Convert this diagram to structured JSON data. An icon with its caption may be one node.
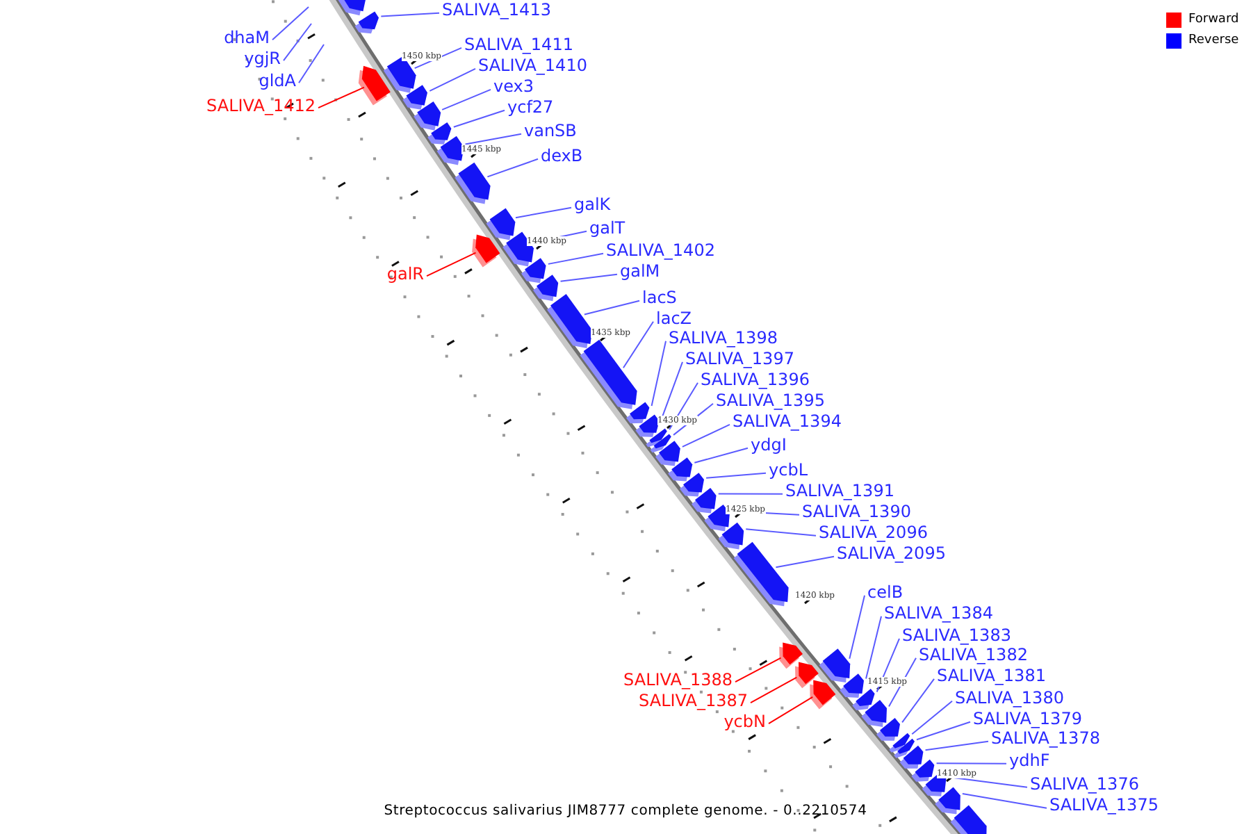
{
  "diagram": {
    "caption": "Streptococcus salivarius JIM8777 complete genome. - 0..2210574",
    "nodes": [
      {
        "text": [
          "dhaM"
        ]
      },
      {
        "text": [
          "ygjR"
        ]
      },
      {
        "text": [
          "gldA"
        ]
      },
      {
        "text": [],
        "shape": "bar"
      },
      {
        "text": [
          "SALIVA_1413"
        ]
      },
      {
        "text": [],
        "shape": "bar"
      },
      {
        "text": [
          "SALIVA_1412"
        ]
      },
      {
        "text": [],
        "shape": "bar"
      },
      {
        "text": [
          "SALIVA_1411"
        ]
      },
      {
        "text": [],
        "shape": "bar"
      },
      {
        "text": [
          "SALIVA_1410"
        ]
      },
      {
        "text": [],
        "shape": "bar"
      },
      {
        "text": [
          "vex3"
        ]
      },
      {
        "text": [],
        "shape": "bar"
      },
      {
        "text": [
          "ycf27"
        ]
      },
      {
        "text": [],
        "shape": "bar"
      },
      {
        "text": [
          "vanSB"
        ]
      },
      {
        "text": [],
        "shape": "bar"
      },
      {
        "text": [
          "dexB"
        ]
      },
      {
        "text": [],
        "shape": "bar"
      },
      {
        "text": [
          "galK"
        ]
      },
      {
        "text": [],
        "shape": "bar"
      },
      {
        "text": [
          "galR"
        ]
      },
      {
        "text": [],
        "shape": "bar"
      },
      {
        "text": [
          "galT"
        ]
      },
      {
        "text": [],
        "shape": "bar"
      },
      {
        "text": [
          "SALIVA_1402"
        ]
      },
      {
        "text": [],
        "shape": "bar"
      },
      {
        "text": [
          "galM"
        ]
      },
      {
        "text": [],
        "shape": "bar"
      },
      {
        "text": [
          "lacS"
        ]
      },
      {
        "text": [],
        "shape": "bar"
      },
      {
        "text": [
          "lacZ"
        ]
      },
      {
        "text": [],
        "shape": "bar"
      },
      {
        "text": [
          "SALIVA_1398"
        ]
      },
      {
        "text": [],
        "shape": "bar"
      },
      {
        "text": [
          "SALIVA_1397"
        ]
      },
      {
        "text": [],
        "shape": "bar"
      },
      {
        "text": [
          "SALIVA_1396"
        ]
      },
      {
        "text": [],
        "shape": "bar"
      },
      {
        "text": [
          "SALIVA_1395"
        ]
      },
      {
        "text": [],
        "shape": "bar"
      },
      {
        "text": [
          "SALIVA_1394"
        ]
      },
      {
        "text": [],
        "shape": "bar"
      },
      {
        "text": [
          "ydgI"
        ]
      },
      {
        "text": [],
        "shape": "bar"
      },
      {
        "text": [
          "ycbL"
        ]
      },
      {
        "text": [],
        "shape": "bar"
      },
      {
        "text": [
          "SALIVA_1391"
        ]
      },
      {
        "text": [],
        "shape": "bar"
      },
      {
        "text": [
          "SALIVA_1390"
        ]
      },
      {
        "text": [],
        "shape": "bar"
      },
      {
        "text": [
          "SALIVA_2096"
        ]
      },
      {
        "text": [],
        "shape": "bar"
      },
      {
        "text": [
          "SALIVA_2095"
        ]
      },
      {
        "text": [],
        "shape": "bar"
      },
      {
        "text": [
          "celB"
        ]
      },
      {
        "text": [],
        "shape": "bar"
      },
      {
        "text": [
          "SALIVA_1388"
        ]
      },
      {
        "text": [],
        "shape": "bar"
      },
      {
        "text": [
          "SALIVA_1387"
        ]
      },
      {
        "text": [],
        "shape": "bar"
      },
      {
        "text": [
          "ycbN"
        ]
      },
      {
        "text": [],
        "shape": "bar"
      },
      {
        "text": [
          "SALIVA_1384"
        ]
      },
      {
        "text": [],
        "shape": "bar"
      },
      {
        "text": [
          "SALIVA_1383"
        ]
      },
      {
        "text": [],
        "shape": "bar"
      },
      {
        "text": [
          "SALIVA_1382"
        ]
      },
      {
        "text": [],
        "shape": "bar"
      },
      {
        "text": [
          "SALIVA_1381"
        ]
      },
      {
        "text": [],
        "shape": "bar"
      },
      {
        "text": [
          "SALIVA_1380"
        ]
      },
      {
        "text": [],
        "shape": "bar"
      },
      {
        "text": [
          "SALIVA_1379"
        ]
      },
      {
        "text": [],
        "shape": "bar"
      },
      {
        "text": [
          "SALIVA_1378"
        ]
      },
      {
        "text": [],
        "shape": "bar"
      },
      {
        "text": [
          "ydhF"
        ]
      },
      {
        "text": [],
        "shape": "bar"
      },
      {
        "text": [
          "SALIVA_1376"
        ]
      },
      {
        "text": [],
        "shape": "bar"
      },
      {
        "text": [
          "SALIVA_1375"
        ]
      },
      {
        "text": [],
        "shape": "bar"
      },
      {
        "text": [],
        "shape": "bar"
      }
    ],
    "edges": [
      {
        "from": 0,
        "to": null,
        "arrow": "none"
      },
      {
        "from": 1,
        "to": null,
        "arrow": "none"
      },
      {
        "from": 2,
        "to": null,
        "arrow": "none"
      },
      {
        "from": 4,
        "to": 5,
        "arrow": "none"
      },
      {
        "from": 6,
        "to": 7,
        "arrow": "none",
        "color": "#ff0000"
      },
      {
        "from": 8,
        "to": 9,
        "arrow": "none"
      },
      {
        "from": 10,
        "to": 11,
        "arrow": "none"
      },
      {
        "from": 12,
        "to": 13,
        "arrow": "none"
      },
      {
        "from": 14,
        "to": 15,
        "arrow": "none"
      },
      {
        "from": 16,
        "to": 17,
        "arrow": "none"
      },
      {
        "from": 18,
        "to": 19,
        "arrow": "none"
      },
      {
        "from": 20,
        "to": 21,
        "arrow": "none"
      },
      {
        "from": 22,
        "to": 23,
        "arrow": "none",
        "color": "#ff0000"
      },
      {
        "from": 24,
        "to": 25,
        "arrow": "none"
      },
      {
        "from": 26,
        "to": 27,
        "arrow": "none"
      },
      {
        "from": 28,
        "to": 29,
        "arrow": "none"
      },
      {
        "from": 30,
        "to": 31,
        "arrow": "none"
      },
      {
        "from": 32,
        "to": 33,
        "arrow": "none"
      },
      {
        "from": 34,
        "to": 35,
        "arrow": "none"
      },
      {
        "from": 36,
        "to": 37,
        "arrow": "none"
      },
      {
        "from": 38,
        "to": 39,
        "arrow": "none"
      },
      {
        "from": 40,
        "to": 41,
        "arrow": "none"
      },
      {
        "from": 42,
        "to": 43,
        "arrow": "none"
      },
      {
        "from": 44,
        "to": 45,
        "arrow": "none"
      },
      {
        "from": 46,
        "to": 47,
        "arrow": "none"
      },
      {
        "from": 48,
        "to": 49,
        "arrow": "none"
      },
      {
        "from": 50,
        "to": 51,
        "arrow": "none"
      },
      {
        "from": 52,
        "to": 53,
        "arrow": "none"
      },
      {
        "from": 54,
        "to": 55,
        "arrow": "none"
      },
      {
        "from": 56,
        "to": 57,
        "arrow": "none"
      },
      {
        "from": 58,
        "to": 59,
        "arrow": "none",
        "color": "#ff0000"
      },
      {
        "from": 60,
        "to": 61,
        "arrow": "none",
        "color": "#ff0000"
      },
      {
        "from": 62,
        "to": 63,
        "arrow": "none",
        "color": "#ff0000"
      },
      {
        "from": 64,
        "to": 65,
        "arrow": "none"
      },
      {
        "from": 66,
        "to": 67,
        "arrow": "none"
      },
      {
        "from": 68,
        "to": 69,
        "arrow": "none"
      },
      {
        "from": 70,
        "to": 71,
        "arrow": "none"
      },
      {
        "from": 72,
        "to": 73,
        "arrow": "none"
      },
      {
        "from": 74,
        "to": 75,
        "arrow": "none"
      },
      {
        "from": 76,
        "to": 77,
        "arrow": "none"
      },
      {
        "from": 78,
        "to": 79,
        "arrow": "none"
      },
      {
        "from": 80,
        "to": 81,
        "arrow": "none"
      },
      {
        "from": 82,
        "to": 83,
        "arrow": "none"
      }
    ],
    "labels": [
      "1450 kbp",
      "1445 kbp",
      "1440 kbp",
      "1435 kbp",
      "1430 kbp",
      "1425 kbp",
      "1420 kbp",
      "1415 kbp",
      "1410 kbp"
    ],
    "legend": [
      {
        "text": "Forward",
        "color": "#ff0000"
      },
      {
        "text": "Reverse",
        "color": "#0000ff"
      }
    ]
  }
}
